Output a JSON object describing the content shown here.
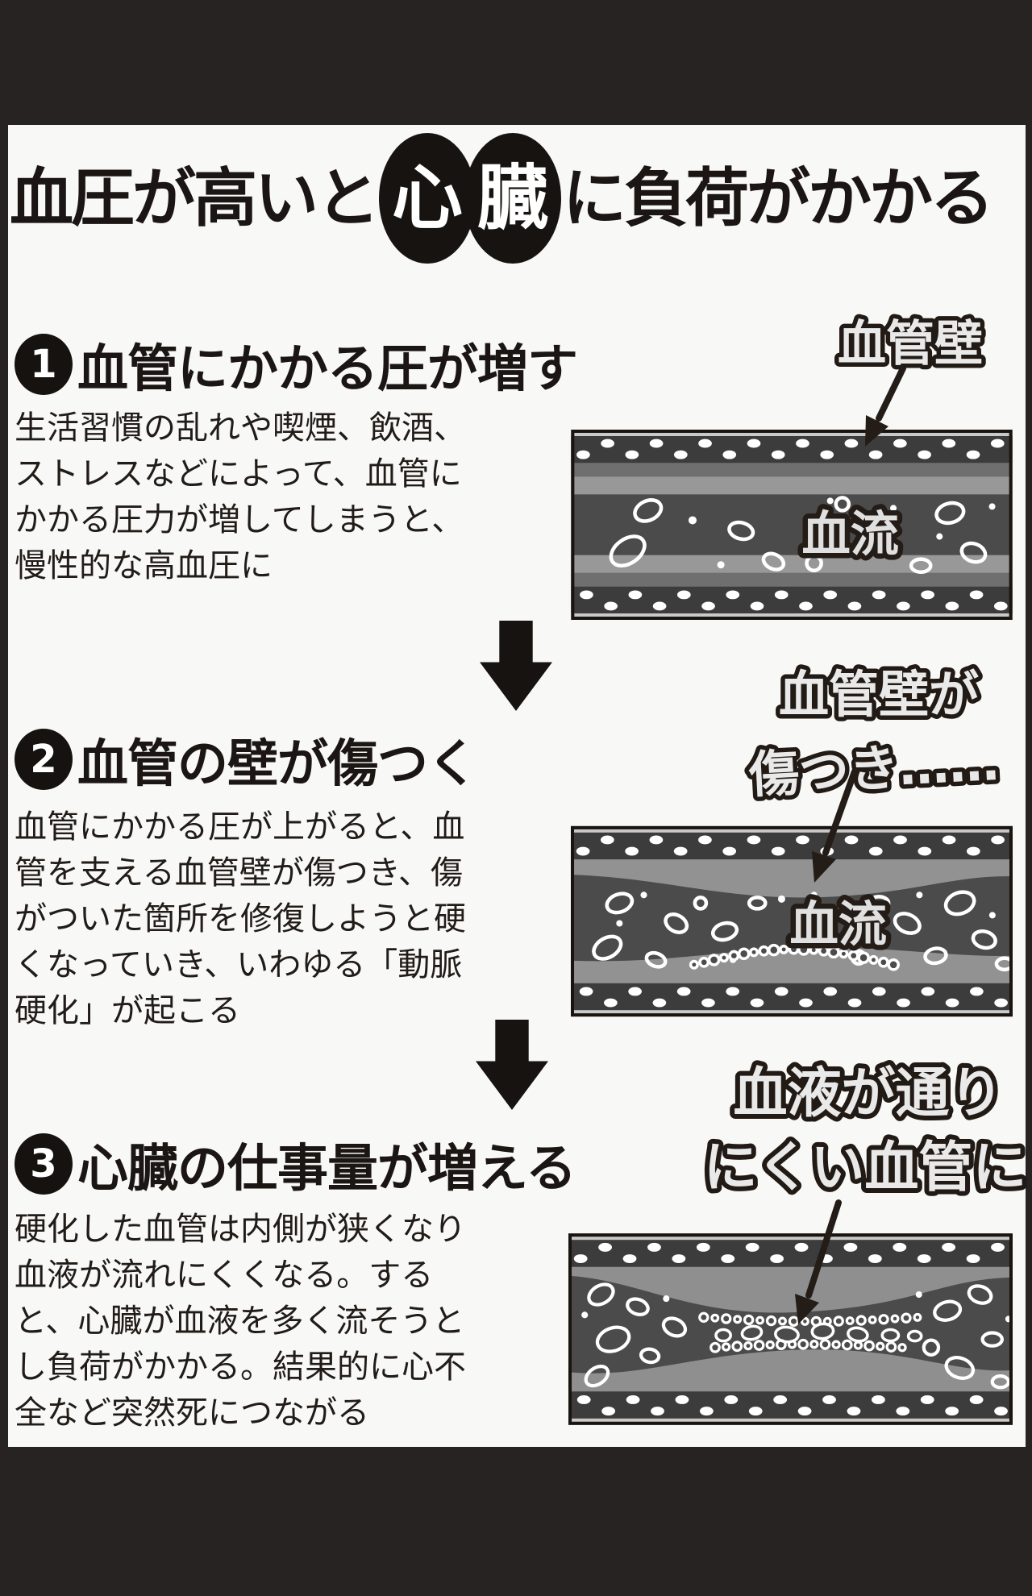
{
  "title": {
    "pre": "血圧が高いと",
    "highlight_chars": [
      "心",
      "臓"
    ],
    "post": "に負荷がかかる"
  },
  "sections": [
    {
      "num": "1",
      "heading": "血管にかかる圧が増す",
      "body_lines": [
        "生活習慣の乱れや喫煙、飲酒、",
        "ストレスなどによって、血管に",
        "かかる圧力が増してしまうと、",
        "慢性的な高血圧に"
      ],
      "annotation": "血管壁",
      "flow_label": "血流"
    },
    {
      "num": "2",
      "heading": "血管の壁が傷つく",
      "body_lines": [
        "血管にかかる圧が上がると、血",
        "管を支える血管壁が傷つき、傷",
        "がついた箇所を修復しようと硬",
        "くなっていき、いわゆる「動脈",
        "硬化」が起こる"
      ],
      "annotation_line1": "血管壁が",
      "annotation_line2": "傷つき……",
      "flow_label": "血流"
    },
    {
      "num": "3",
      "heading": "心臓の仕事量が増える",
      "body_lines": [
        "硬化した血管は内側が狭くなり",
        "血液が流れにくくなる。する",
        "と、心臓が血液を多く流そうと",
        "し負荷がかかる。結果的に心不",
        "全など突然死につながる"
      ],
      "annotation_line1": "血液が通り",
      "annotation_line2": "にくい血管に"
    }
  ],
  "colors": {
    "background": "#262322",
    "panel": "#f8f8f6",
    "ink": "#1b1613",
    "badge": "#171310",
    "vessel_lumen": "#4b4b4b",
    "vessel_wall_light": "#989898",
    "vessel_wall_mid": "#6f6f6f",
    "vessel_outer_band": "#3c3c3c",
    "vessel_edge_strip": "#c9c9c9",
    "blood_cell": "#ffffff",
    "label_fill": "#e9e9e9"
  }
}
